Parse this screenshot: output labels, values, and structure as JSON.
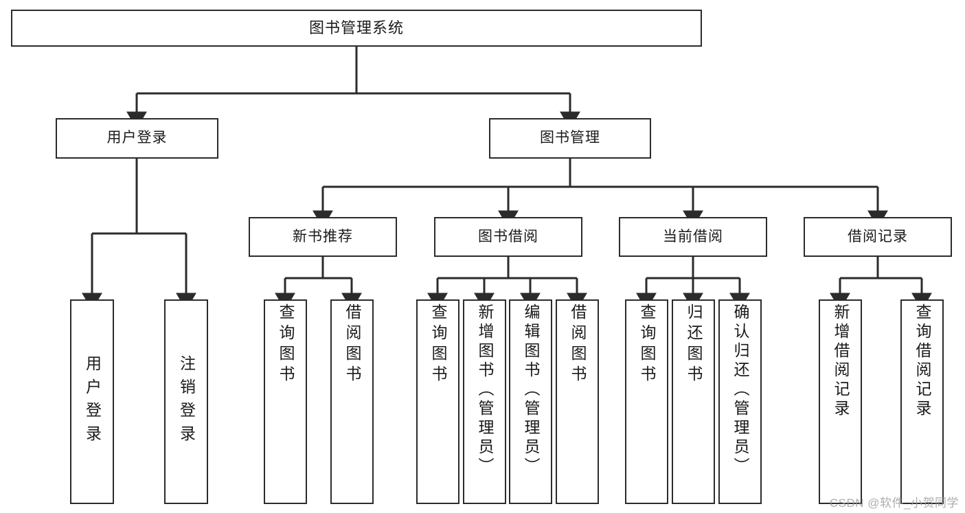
{
  "diagram": {
    "title": "图书管理系统",
    "type": "tree-hierarchy",
    "root": {
      "id": "root",
      "label": "图书管理系统"
    },
    "level2": [
      {
        "id": "user-login",
        "label": "用户登录"
      },
      {
        "id": "book-management",
        "label": "图书管理"
      }
    ],
    "level3": [
      {
        "id": "new-book-recommend",
        "label": "新书推荐",
        "parent": "book-management"
      },
      {
        "id": "book-borrow",
        "label": "图书借阅",
        "parent": "book-management"
      },
      {
        "id": "current-borrow",
        "label": "当前借阅",
        "parent": "book-management"
      },
      {
        "id": "borrow-record",
        "label": "借阅记录",
        "parent": "book-management"
      }
    ],
    "leaves": [
      {
        "id": "leaf-user-login",
        "label": "用户登录",
        "parent": "user-login"
      },
      {
        "id": "leaf-logout",
        "label": "注销登录",
        "parent": "user-login"
      },
      {
        "id": "leaf-query-book-1",
        "label": "查询图书",
        "parent": "new-book-recommend"
      },
      {
        "id": "leaf-borrow-book-1",
        "label": "借阅图书",
        "parent": "new-book-recommend"
      },
      {
        "id": "leaf-query-book-2",
        "label": "查询图书",
        "parent": "book-borrow"
      },
      {
        "id": "leaf-add-book",
        "label": "新增图书（管理员）",
        "parent": "book-borrow"
      },
      {
        "id": "leaf-edit-book",
        "label": "编辑图书（管理员）",
        "parent": "book-borrow"
      },
      {
        "id": "leaf-borrow-book-2",
        "label": "借阅图书",
        "parent": "book-borrow"
      },
      {
        "id": "leaf-query-book-3",
        "label": "查询图书",
        "parent": "current-borrow"
      },
      {
        "id": "leaf-return-book",
        "label": "归还图书",
        "parent": "current-borrow"
      },
      {
        "id": "leaf-confirm-return",
        "label": "确认归还（管理员）",
        "parent": "current-borrow"
      },
      {
        "id": "leaf-add-record",
        "label": "新增借阅记录",
        "parent": "borrow-record"
      },
      {
        "id": "leaf-query-record",
        "label": "查询借阅记录",
        "parent": "borrow-record"
      }
    ],
    "colors": {
      "box_border": "#2b2b2b",
      "box_fill": "#ffffff",
      "connector": "#2b2b2b",
      "text": "#1a1a1a",
      "watermark": "#9a9a9a",
      "background": "#ffffff"
    }
  },
  "watermark": {
    "text": "CSDN @软件_小贺同学"
  }
}
